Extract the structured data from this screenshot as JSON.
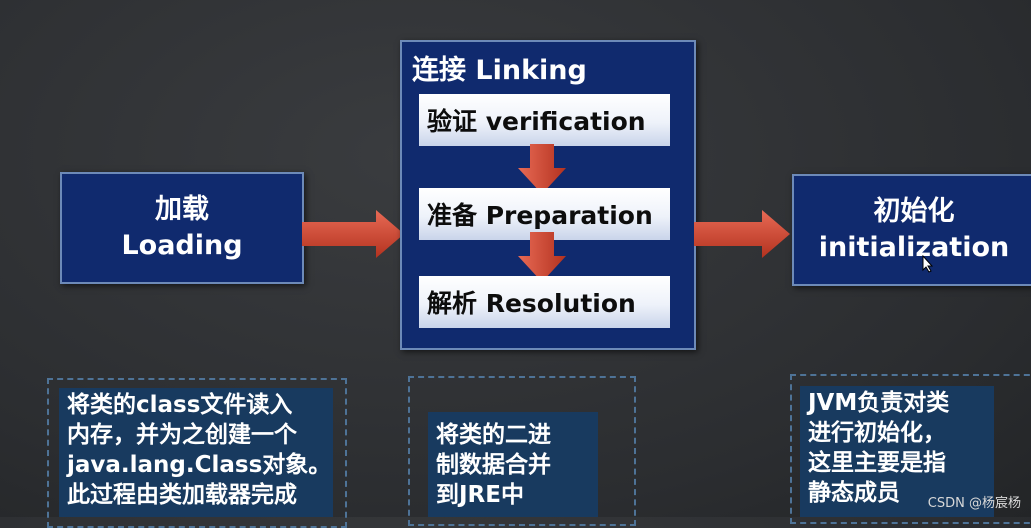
{
  "loading": {
    "zh": "加载",
    "en": "Loading"
  },
  "linking": {
    "title": "连接 Linking",
    "steps": [
      "验证 verification",
      "准备 Preparation",
      "解析 Resolution"
    ]
  },
  "initialization": {
    "zh": "初始化",
    "en": "initialization"
  },
  "notes": {
    "loading": [
      "将类的class文件读入",
      "内存，并为之创建一个",
      "java.lang.Class对象。",
      "此过程由类加载器完成"
    ],
    "linking": [
      "将类的二进",
      "制数据合并",
      "到JRE中"
    ],
    "initialization": [
      "JVM负责对类",
      "进行初始化，",
      "这里主要是指",
      "静态成员"
    ]
  },
  "watermark": "CSDN @杨宸杨",
  "colors": {
    "box": "#102a6e",
    "arrow": "#d24a3a",
    "note": "#183a5f"
  }
}
